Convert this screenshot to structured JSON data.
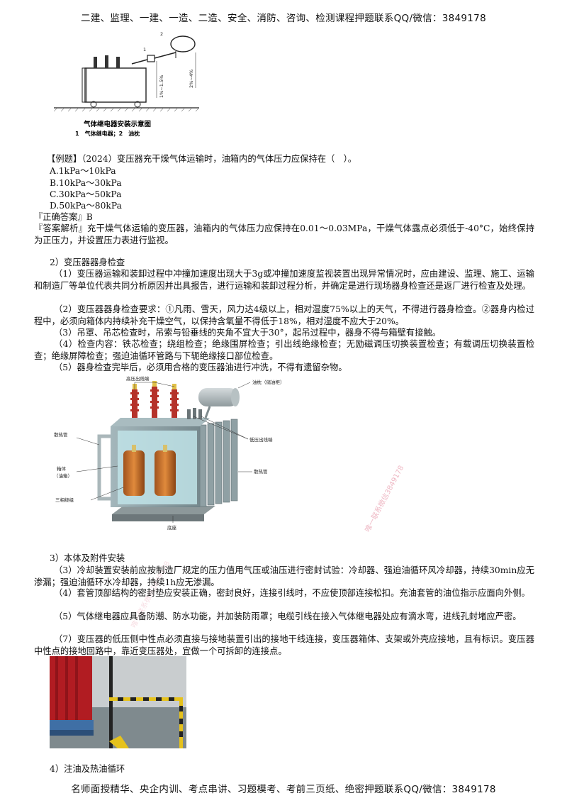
{
  "header": {
    "text": "二建、监理、一建、一造、二造、安全、消防、咨询、检测课程押题联系QQ/微信：3849178"
  },
  "footer": {
    "text": "名师面授精华、央企内训、考点串讲、习题模考、考前三页纸、绝密押题联系QQ/微信：3849178"
  },
  "figure1": {
    "caption": "气体继电器安装示意图",
    "legend": "1　气体继电器；2　油枕",
    "label_1": "1",
    "label_2": "2",
    "slope_1": "1%~1.5%",
    "slope_2": "2%~4%"
  },
  "example": {
    "question": "【例题】（2024）变压器充干燥气体运输时，油箱内的气体压力应保持在（　）。",
    "options": [
      "A.1kPa～10kPa",
      "B.10kPa～30kPa",
      "C.30kPa～50kPa",
      "D.50kPa～80kPa"
    ],
    "answer": "『正确答案』B",
    "analysis": "『答案解析』充干燥气体运输的变压器，油箱内的气体压力应保持在0.01～0.03MPa，干燥气体露点必须低于-40°C，始终保持为正压力，并设置压力表进行监视。"
  },
  "section2": {
    "title": "2）变压器器身检查",
    "items": [
      "（1）变压器运输和装卸过程中冲撞加速度出现大于3g或冲撞加速度监视装置出现异常情况时，应由建设、监理、施工、运输和制造厂等单位代表共同分析原因并出具报告，进行运输和装卸过程分析，并确定是进行现场器身检查还是返厂进行检查及处理。",
      "（2）变压器器身检查要求：①凡雨、雪天，风力达4级以上，相对湿度75%以上的天气，不得进行器身检查。②器身内检过程中，必须向箱体内持续补充干燥空气，以保持含氧量不得低于18%，相对湿度不应大于20%。",
      "（3）吊罩、吊芯检查时，吊索与铅垂线的夹角不宜大于30°，起吊过程中，器身不得与箱壁有接触。",
      "（4）检查内容：铁芯检查；绕组检查；绝缘围屏检查；引出线绝缘检查；无励磁调压切换装置检查；有载调压切换装置检查；绝缘屏障检查；强迫油循环管路与下轭绝缘接口部位检查。",
      "（5）器身检查完毕后，必须用合格的变压器油进行冲洗，不得有遗留杂物。"
    ]
  },
  "figure2": {
    "labels": {
      "hv": "高压出线端",
      "conservator": "油枕（储油柜）",
      "radiator_left": "散热管",
      "lv": "低压出线端",
      "tank": "箱体",
      "tank_sub": "（油箱）",
      "radiator_right": "散热管",
      "winding": "三相绕组",
      "base": "底座"
    }
  },
  "section3": {
    "title": "3）本体及附件安装",
    "items": [
      "（3）冷却装置安装前应按制造厂规定的压力值用气压或油压进行密封试验：冷却器、强迫油循环风冷却器，持续30min应无渗漏；强迫油循环水冷却器，持续1h应无渗漏。",
      "（4）套管顶部结构的密封垫应安装正确，密封良好，连接引线时，不应使顶部连接松扣。充油套管的油位指示应面向外侧。",
      "（5）气体继电器应具备防潮、防水功能，并加装防雨罩；电缆引线在接入气体继电器处应有滴水弯，进线孔封堵应严密。",
      "（7）变压器的低压侧中性点必须直接与接地装置引出的接地干线连接，变压器箱体、支架或外壳应接地，且有标识。变压器中性点的接地回路中，靠近变压器处，宜做一个可拆卸的连接点。"
    ]
  },
  "section4": {
    "title": "4）注油及热油循环"
  },
  "watermark": {
    "text": "唯一联系微信3849178"
  },
  "colors": {
    "watermark": "#e9a0b0",
    "transformer_bushing": "#c0392b",
    "transformer_coil": "#d2691e",
    "tank_glass": "#bfe3e8"
  }
}
